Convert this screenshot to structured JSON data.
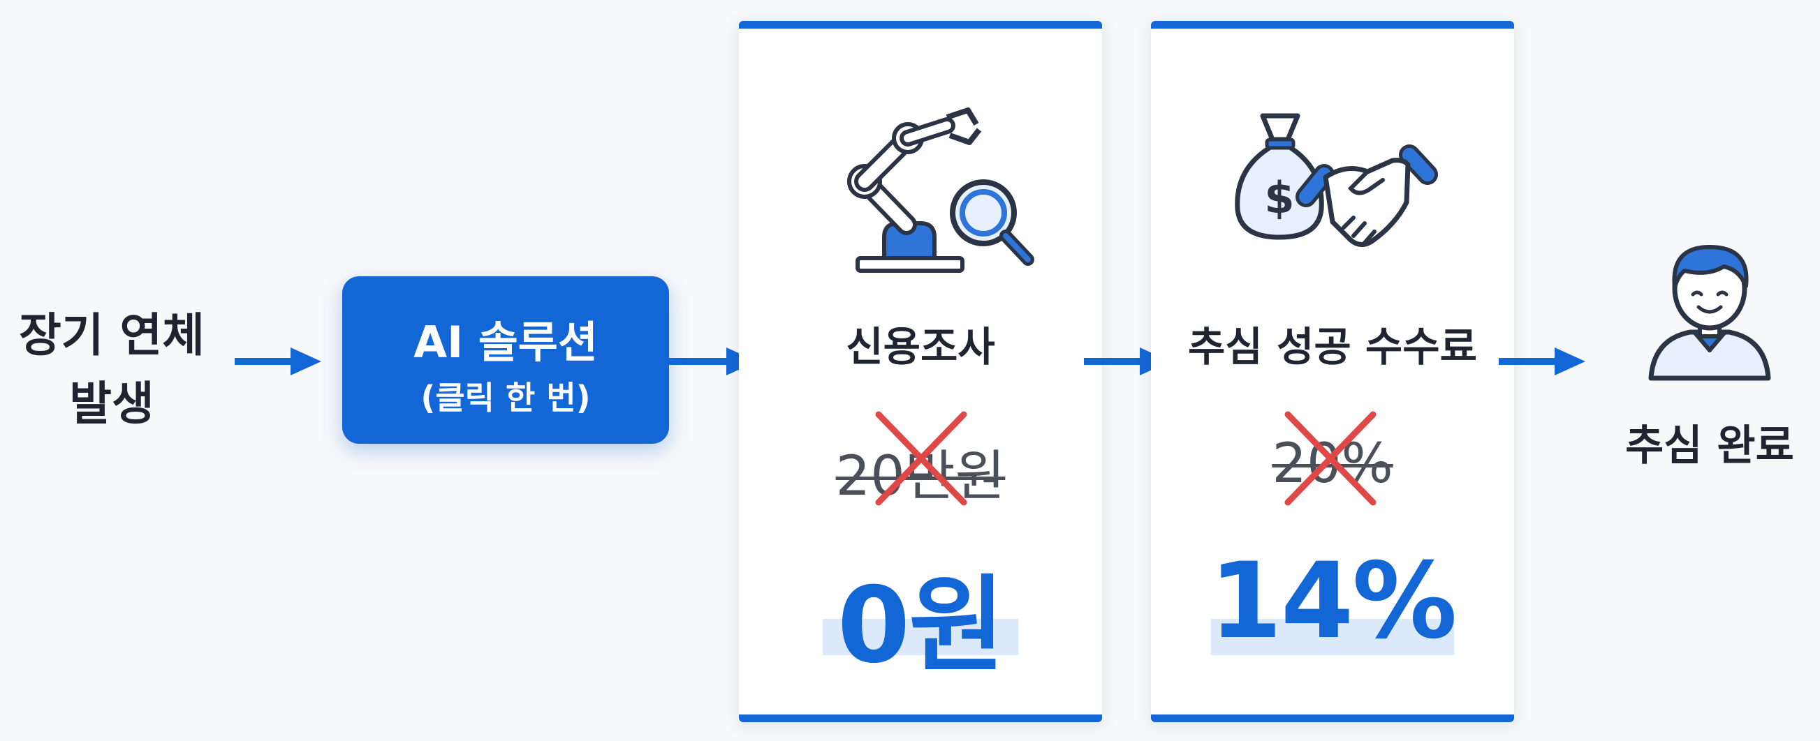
{
  "flow": {
    "start_line1": "장기 연체",
    "start_line2": "발생",
    "ai_title": "AI 솔루션",
    "ai_subtitle": "(클릭 한 번)",
    "end_label": "추심 완료"
  },
  "cards": [
    {
      "label": "신용조사",
      "old_value": "20만원",
      "new_value": "0원",
      "icon": "robot-arm-magnifier-icon"
    },
    {
      "label": "추심 성공 수수료",
      "old_value": "20%",
      "new_value": "14%",
      "icon": "money-bag-handshake-icon"
    }
  ],
  "colors": {
    "accent": "#1366d6",
    "cross": "#e04848",
    "highlight": "#dce9fb",
    "text": "#1f2430"
  }
}
